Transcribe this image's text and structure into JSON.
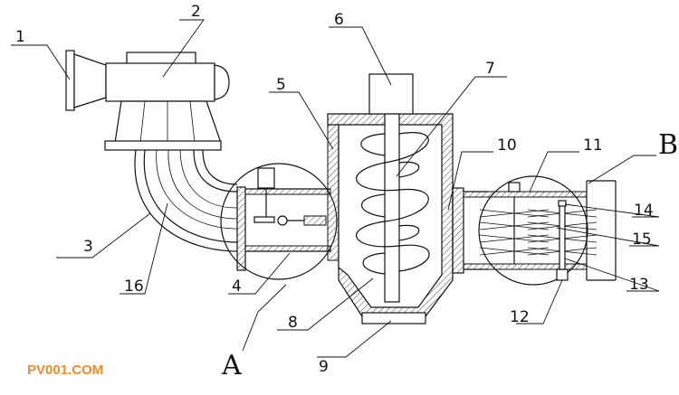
{
  "diagram": {
    "part_numbers": [
      "1",
      "2",
      "3",
      "4",
      "5",
      "6",
      "7",
      "8",
      "9",
      "10",
      "11",
      "12",
      "13",
      "14",
      "15",
      "16"
    ],
    "detail_labels": [
      "A",
      "B"
    ]
  },
  "watermark": {
    "text": "PV001.COM",
    "color": "#f28c28"
  },
  "colors": {
    "line": "#111111",
    "hatch": "#444444",
    "background": "#ffffff"
  }
}
